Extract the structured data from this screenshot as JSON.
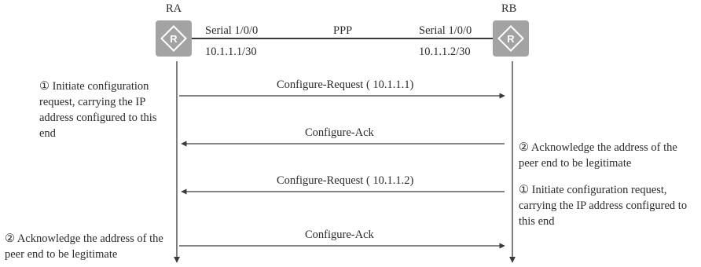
{
  "routers": {
    "left": {
      "name": "RA",
      "interface": "Serial 1/0/0",
      "ip": "10.1.1.1/30",
      "icon": "router-icon"
    },
    "right": {
      "name": "RB",
      "interface": "Serial 1/0/0",
      "ip": "10.1.1.2/30",
      "icon": "router-icon"
    }
  },
  "link": {
    "label": "PPP"
  },
  "messages": [
    {
      "label": "Configure-Request ( 10.1.1.1)",
      "direction": "RA→RB"
    },
    {
      "label": "Configure-Ack",
      "direction": "RB→RA"
    },
    {
      "label": "Configure-Request ( 10.1.1.2)",
      "direction": "RB→RA"
    },
    {
      "label": "Configure-Ack",
      "direction": "RA→RB"
    }
  ],
  "notes": {
    "left_initiate": "① Initiate configuration request, carrying the IP address configured to this end",
    "right_ack": "② Acknowledge the address of the peer end to be legitimate",
    "right_initiate": "① Initiate configuration request, carrying the IP address configured to this end",
    "left_ack": "② Acknowledge the address of the peer end to be legitimate"
  },
  "colors": {
    "router_fill": "#a3a3a3",
    "line": "#3a3a3a",
    "text": "#2b2b2b"
  }
}
